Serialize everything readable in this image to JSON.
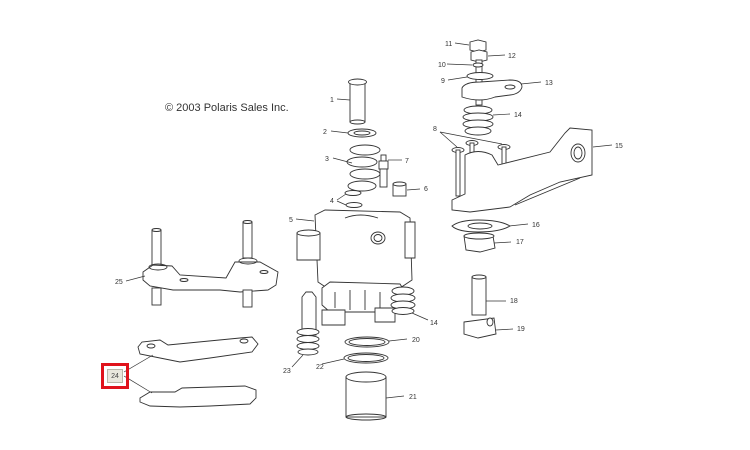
{
  "copyright": "© 2003 Polaris Sales Inc.",
  "highlight": {
    "label": "24",
    "color": "#e0131b"
  },
  "callouts": {
    "c1": "1",
    "c2": "2",
    "c3": "3",
    "c4": "4",
    "c5": "5",
    "c6": "6",
    "c7": "7",
    "c8": "8",
    "c9": "9",
    "c10": "10",
    "c11": "11",
    "c12": "12",
    "c13": "13",
    "c14a": "14",
    "c14b": "14",
    "c15": "15",
    "c16": "16",
    "c17": "17",
    "c18": "18",
    "c19": "19",
    "c20": "20",
    "c21": "21",
    "c22": "22",
    "c23": "23",
    "c25": "25"
  }
}
